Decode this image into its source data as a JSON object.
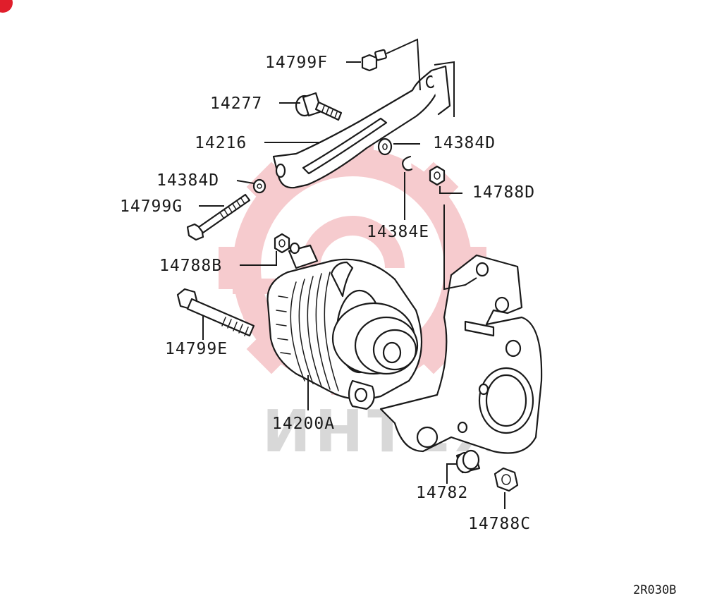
{
  "diagram": {
    "labels": {
      "p14799F": "14799F",
      "p14277": "14277",
      "p14216": "14216",
      "p14384D_right": "14384D",
      "p14384D_left": "14384D",
      "p14788D": "14788D",
      "p14799G": "14799G",
      "p14384E": "14384E",
      "p14788B": "14788B",
      "p14799E": "14799E",
      "p14200A": "14200A",
      "p14782": "14782",
      "p14788C": "14788C"
    },
    "diagram_code": "2R030B",
    "watermark_text": "ИНТЕХ",
    "colors": {
      "watermark_gear": "#f6c9cc",
      "watermark_text": "#d8d8d8",
      "corner_badge": "#e01e2b",
      "line": "#1a1a1a"
    }
  }
}
